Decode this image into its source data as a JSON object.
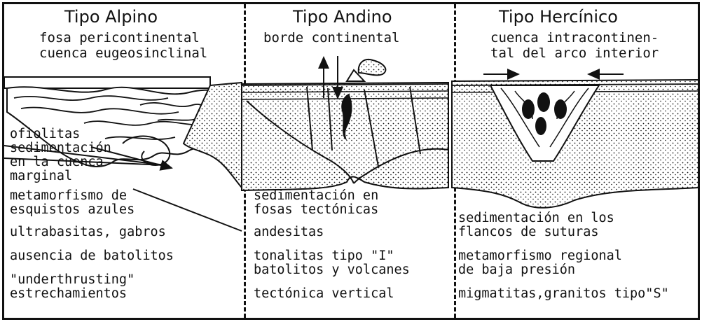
{
  "panels": [
    {
      "title": "Tipo Alpino",
      "subtitle": [
        "fosa pericontinental",
        "cuenca eugeosinclinal"
      ],
      "notes": [
        [
          "ofiolitas",
          "sedimentación",
          "en la cuenca",
          "marginal"
        ],
        [
          "metamorfismo de",
          "esquistos azules"
        ],
        [
          "ultrabasitas, gabros"
        ],
        [
          "ausencia de batolitos"
        ],
        [
          "\"underthrusting\"",
          "estrechamientos"
        ]
      ]
    },
    {
      "title": "Tipo Andino",
      "subtitle": [
        "borde continental"
      ],
      "notes": [
        [
          "sedimentación en",
          "fosas tectónicas"
        ],
        [
          "andesitas"
        ],
        [
          "tonalitas tipo \"I\"",
          "batolitos y volcanes"
        ],
        [
          "tectónica vertical"
        ]
      ]
    },
    {
      "title": "Tipo Hercínico",
      "subtitle": [
        "cuenca intracontinen-",
        "tal del arco interior"
      ],
      "notes": [
        [
          "sedimentación en los",
          "flancos de suturas"
        ],
        [
          "metamorfismo regional",
          "de baja presión"
        ],
        [
          "migmatitas,granitos tipo\"S\""
        ]
      ]
    }
  ],
  "colors": {
    "ink": "#111111",
    "paper": "#ffffff"
  }
}
